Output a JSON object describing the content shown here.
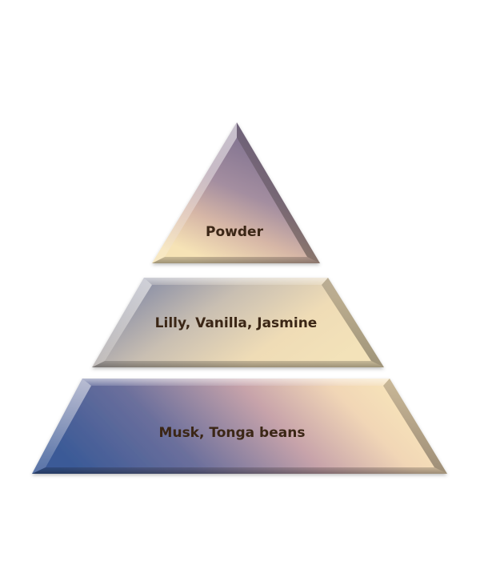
{
  "diagram": {
    "type": "fragrance-note-pyramid",
    "tiers": [
      {
        "id": "top",
        "label": "Powder"
      },
      {
        "id": "middle",
        "label": "Lilly, Vanilla, Jasmine"
      },
      {
        "id": "base",
        "label": "Musk, Tonga beans"
      }
    ],
    "colors": {
      "blue": "#3f5e98",
      "mauve": "#9a8296",
      "pink": "#d8b3ae",
      "cream": "#f7e4b8",
      "label": "#3a2713"
    }
  }
}
